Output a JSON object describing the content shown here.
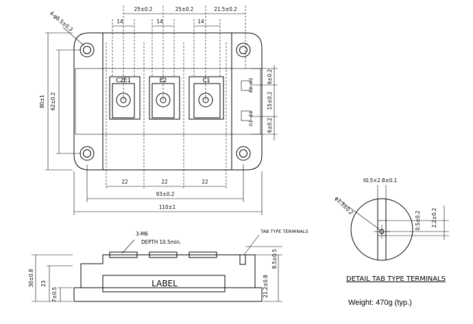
{
  "top_view": {
    "hole_callout": "4-φ6.5±0.3",
    "terminal_labels": [
      "C2E1",
      "E2",
      "C1"
    ],
    "pitch_top": [
      "25±0.2",
      "25±0.2",
      "21.5±0.2"
    ],
    "terminal_width": "14",
    "pitch_bottom": [
      "22",
      "22",
      "22"
    ],
    "mount_pitch": "93±0.2",
    "overall_length": "110±1",
    "overall_height": "80±1",
    "mount_height": "62±0.2",
    "right_dims": [
      "6±0.2",
      "15±0.2",
      "6±0.2"
    ],
    "tab_labels": [
      "G2",
      "E2",
      "E1",
      "G1"
    ]
  },
  "side_view": {
    "screw_callout": "3-M6",
    "depth_callout": "DEPTH 10.5min.",
    "tab_callout": "TAB TYPE TERMINALS",
    "label_text": "LABEL",
    "height_total": "30±0.8",
    "height_body": "23",
    "base_height": "7±0.5",
    "right_height": "21.2±0.8",
    "tab_height": "8.5±0.5"
  },
  "detail": {
    "tab_size": "t0.5×2.8±0.1",
    "hole_dia": "φ1.3±0.2",
    "dim_a": "2.2±0.2",
    "dim_b": "0.5±0.2",
    "title": "DETAIL TAB TYPE TERMINALS"
  },
  "weight": "Weight: 470g (typ.)"
}
